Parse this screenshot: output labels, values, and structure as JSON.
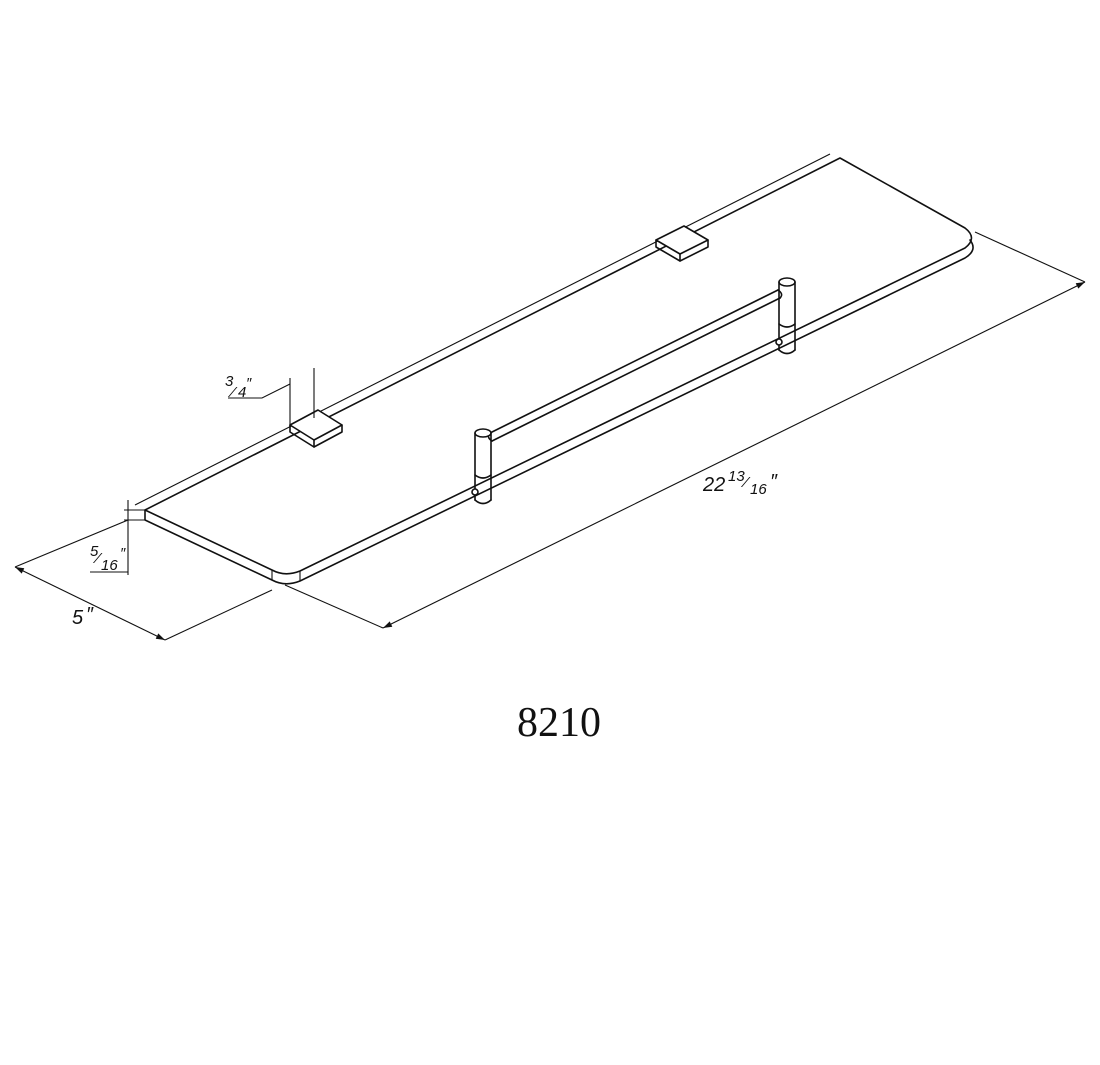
{
  "drawing": {
    "model_number": "8210",
    "dimensions": {
      "length": {
        "whole": "22",
        "num": "13",
        "den": "16",
        "unit": "″"
      },
      "width": {
        "whole": "5",
        "unit": "″"
      },
      "thickness": {
        "num": "5",
        "den": "16",
        "unit": "″"
      },
      "bracket": {
        "num": "3",
        "den": "4",
        "unit": "″"
      }
    }
  }
}
